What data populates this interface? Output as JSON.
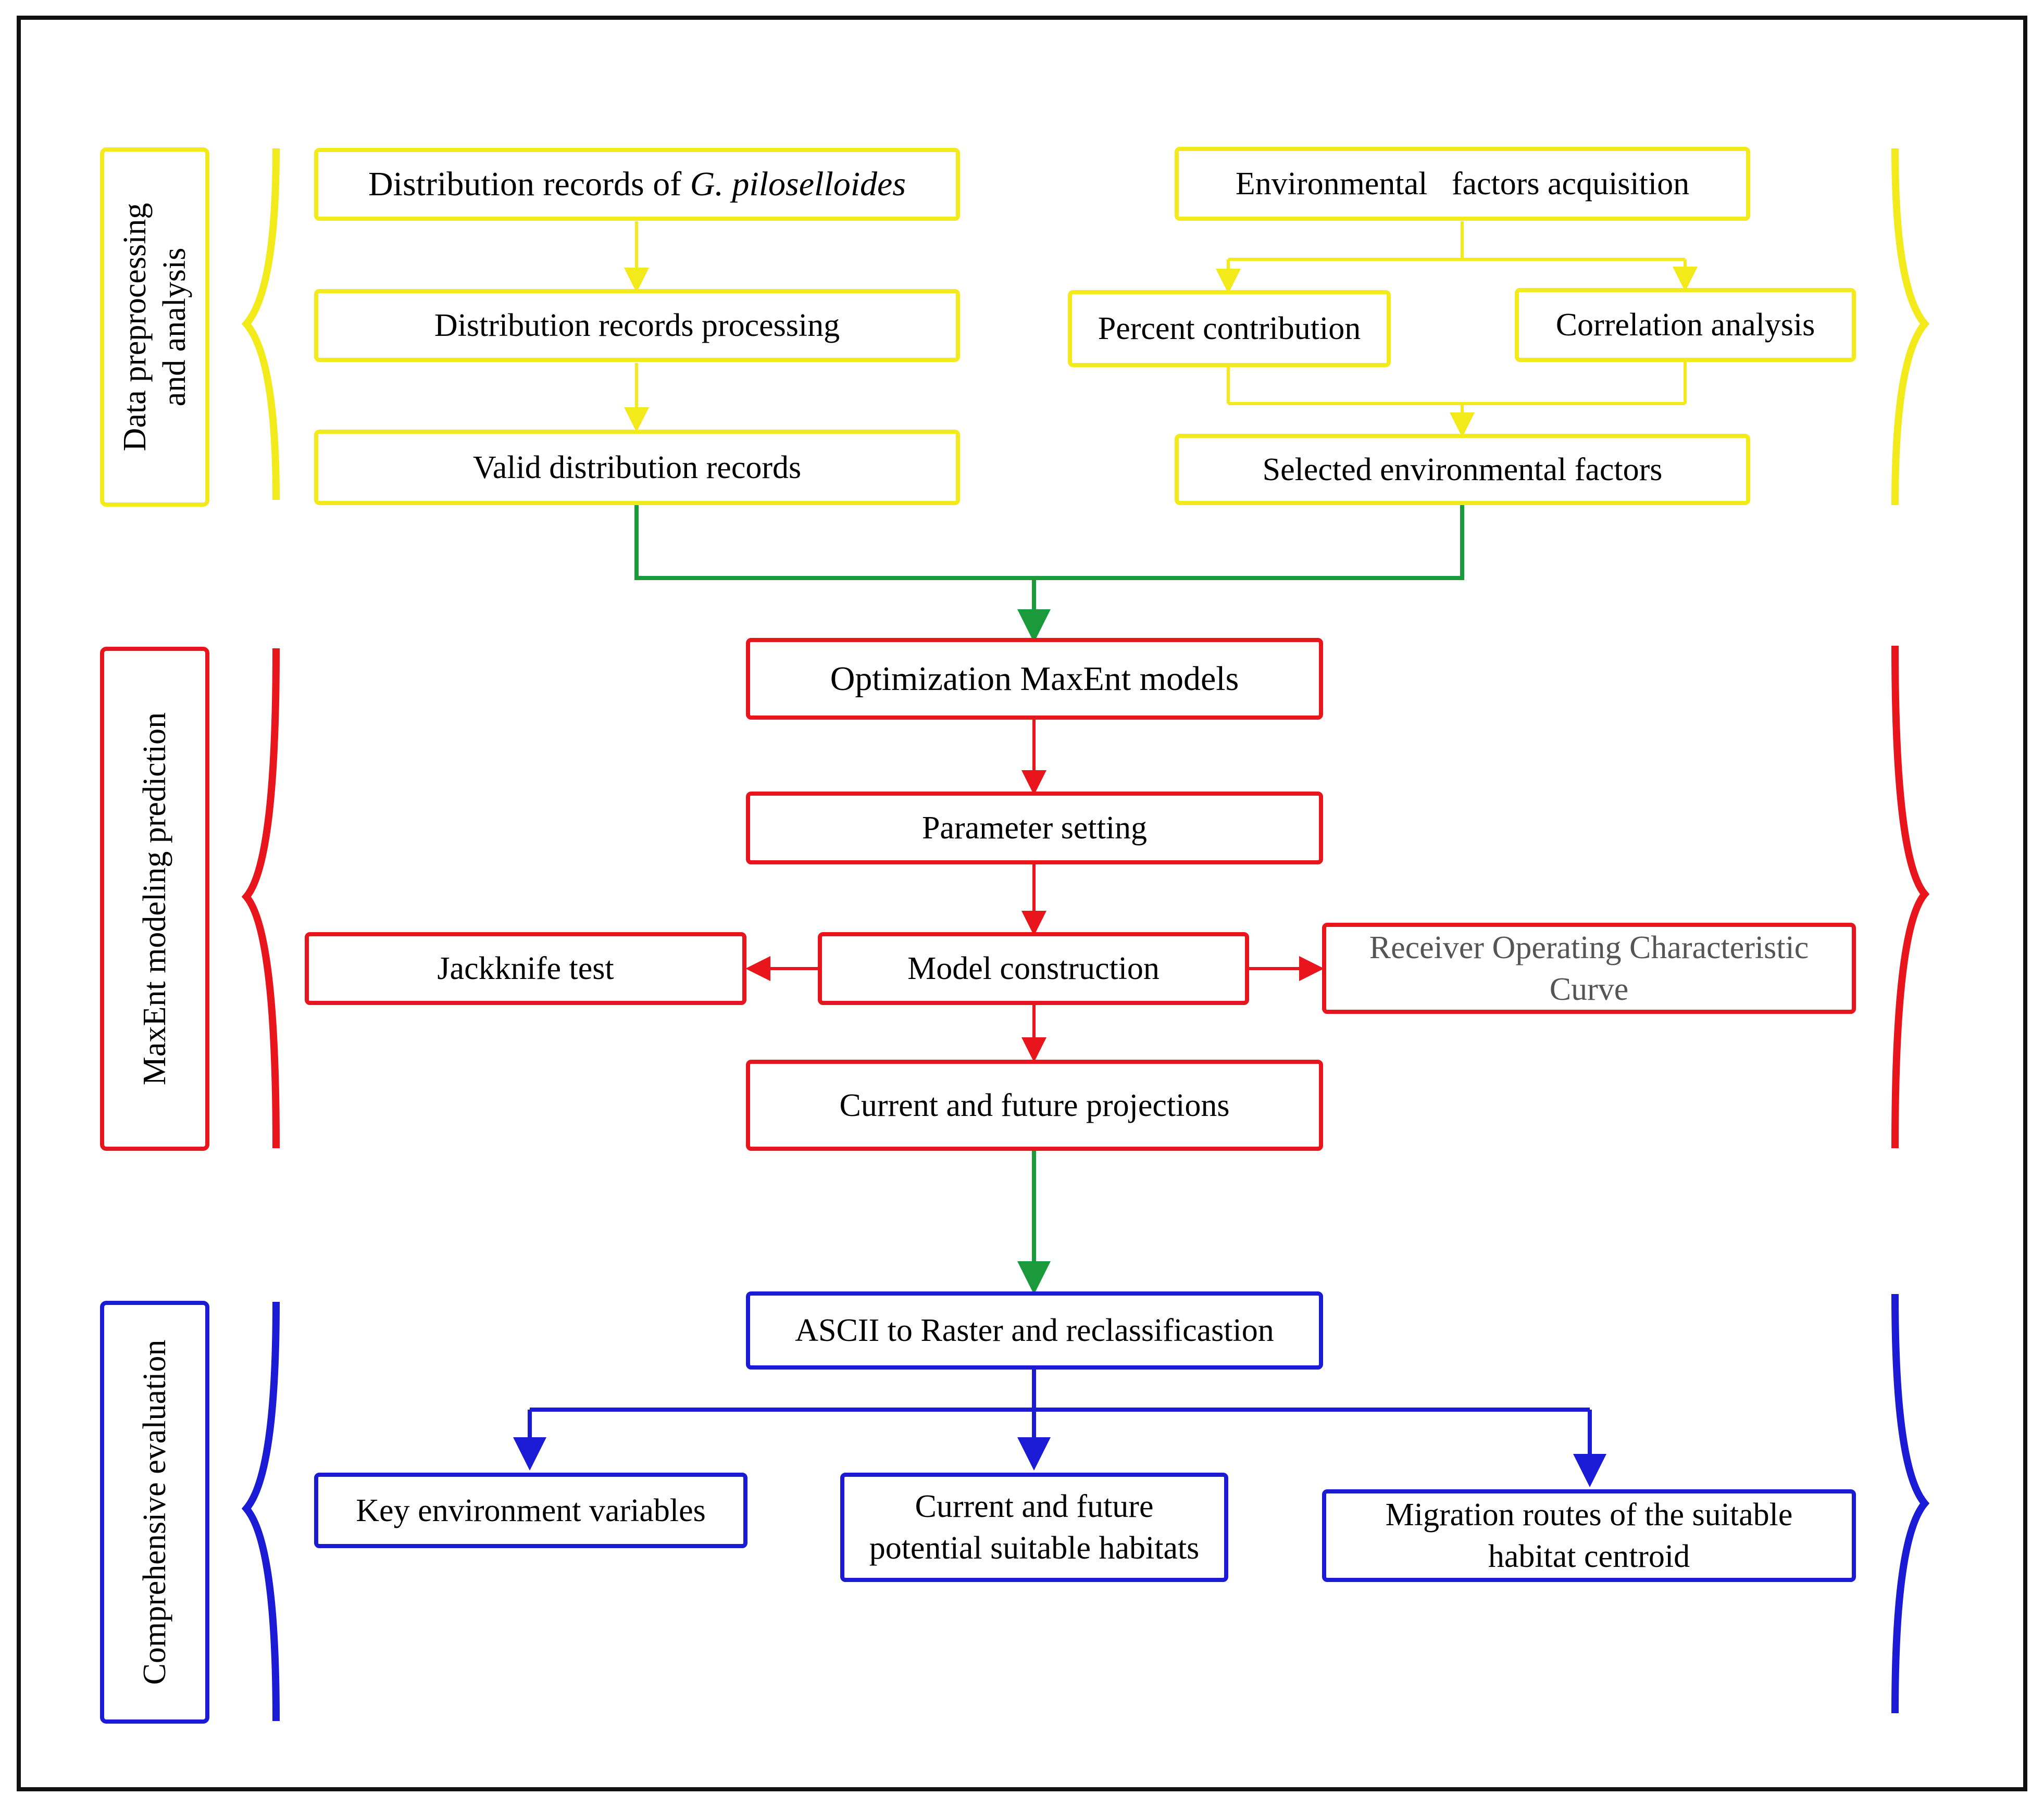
{
  "colors": {
    "preprocessing": "#f2ea1a",
    "modeling": "#e8161c",
    "evaluation": "#1b1bd6",
    "connector": "#1a9a3a",
    "frame": "#111111"
  },
  "stages": {
    "preprocessing": {
      "line1": "Data preprocessing",
      "line2": "and analysis"
    },
    "modeling": {
      "label": "MaxEnt modeling prediction"
    },
    "evaluation": {
      "label": "Comprehensive evaluation"
    }
  },
  "nodes": {
    "distribution_records": {
      "prefix": "Distribution records of ",
      "species": "G. piloselloides"
    },
    "distribution_processing": "Distribution records processing",
    "valid_records": "Valid distribution records",
    "env_acquisition": "Environmental   factors acquisition",
    "percent_contribution": "Percent contribution",
    "correlation_analysis": "Correlation analysis",
    "selected_factors": "Selected environmental factors",
    "optimization": "Optimization MaxEnt models",
    "parameter_setting": "Parameter setting",
    "model_construction": "Model construction",
    "jackknife": "Jackknife test",
    "roc": {
      "line1": "Receiver Operating Characteristic",
      "line2": "Curve"
    },
    "projections": "Current and future projections",
    "ascii_raster": "ASCII to Raster and reclassificastion",
    "key_variables": "Key environment variables",
    "suitable_habitats": {
      "line1": "Current and future",
      "line2": "potential suitable habitats"
    },
    "migration_routes": {
      "line1": "Migration routes of the suitable",
      "line2": "habitat centroid"
    }
  }
}
